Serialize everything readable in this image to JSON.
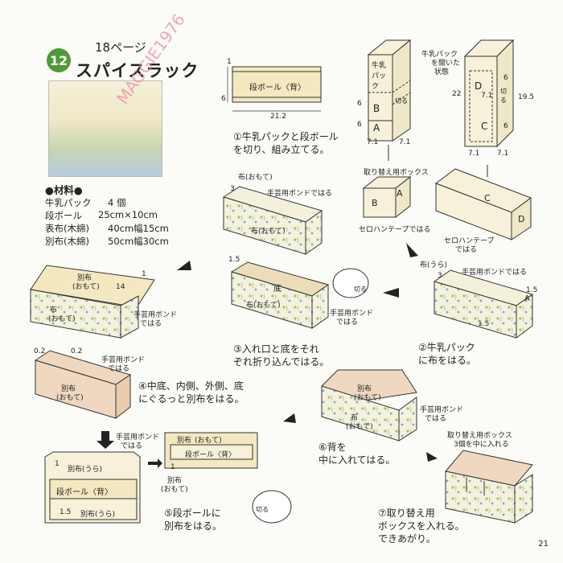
{
  "header": {
    "step_number": "12",
    "page_ref": "18ページ",
    "title": "スパイスラック"
  },
  "materials": {
    "heading": "●材料●",
    "rows": [
      {
        "item": "牛乳パック",
        "qty": "4 個"
      },
      {
        "item": "段ボール",
        "qty": "25cm×10cm"
      },
      {
        "item": "表布(木綿)",
        "qty": "40cm幅15cm"
      },
      {
        "item": "別布(木綿)",
        "qty": "50cm幅30cm"
      }
    ]
  },
  "watermark": "MAGGIE1976",
  "steps": {
    "s1": {
      "line1": "①牛乳パックと段ボール",
      "line2": "を切り、組み立てる。"
    },
    "s2": {
      "line1": "②牛乳パック",
      "line2": "に布をはる。"
    },
    "s3": {
      "line1": "③入れ口と底をそれ",
      "line2": "ぞれ折り込んではる。"
    },
    "s4": {
      "line1": "④中底、内側、外側、底",
      "line2": "にぐるっと別布をはる。"
    },
    "s5": {
      "line1": "⑤段ボールに",
      "line2": "別布をはる。"
    },
    "s6": {
      "line1": "⑥背を",
      "line2": "中に入れてはる。"
    },
    "s7": {
      "line1": "⑦取り替え用",
      "line2": "ボックスを入れる。",
      "line3": "できあがり。"
    }
  },
  "labels": {
    "cardboard_back": "段ボール〈背〉",
    "milk_pack": "牛乳パック",
    "cut": "切る",
    "milk_pack_opened_1": "牛乳パック",
    "milk_pack_opened_2": "を開いた",
    "milk_pack_opened_3": "状態",
    "replacement_box": "取り替え用ボックス",
    "replacement_box_count": "3個を中に入れる",
    "cello_tape": "セロハンテープではる",
    "cello_tape2a": "セロハンテープ",
    "cello_tape2b": "ではる",
    "cloth_front": "布(おもて)",
    "cloth_back": "布(うら)",
    "craft_bond_full": "手芸用ボンドではる",
    "craft_bond": "手芸用ボンド",
    "de_haru": "ではる",
    "alt_cloth": "別布",
    "omote": "(おもて)",
    "alt_cloth_back": "別布(うら)",
    "bottom": "底",
    "cloth": "布",
    "A": "A",
    "B": "B",
    "C": "C",
    "D": "D"
  },
  "dims": {
    "d1": "1",
    "d6": "6",
    "d21_2": "21.2",
    "d7_1": "7.1",
    "d22": "22",
    "d19_5": "19.5",
    "d3": "3",
    "d1_5": "1.5",
    "d14": "14",
    "d0_2": "0.2"
  },
  "page_number": "21"
}
